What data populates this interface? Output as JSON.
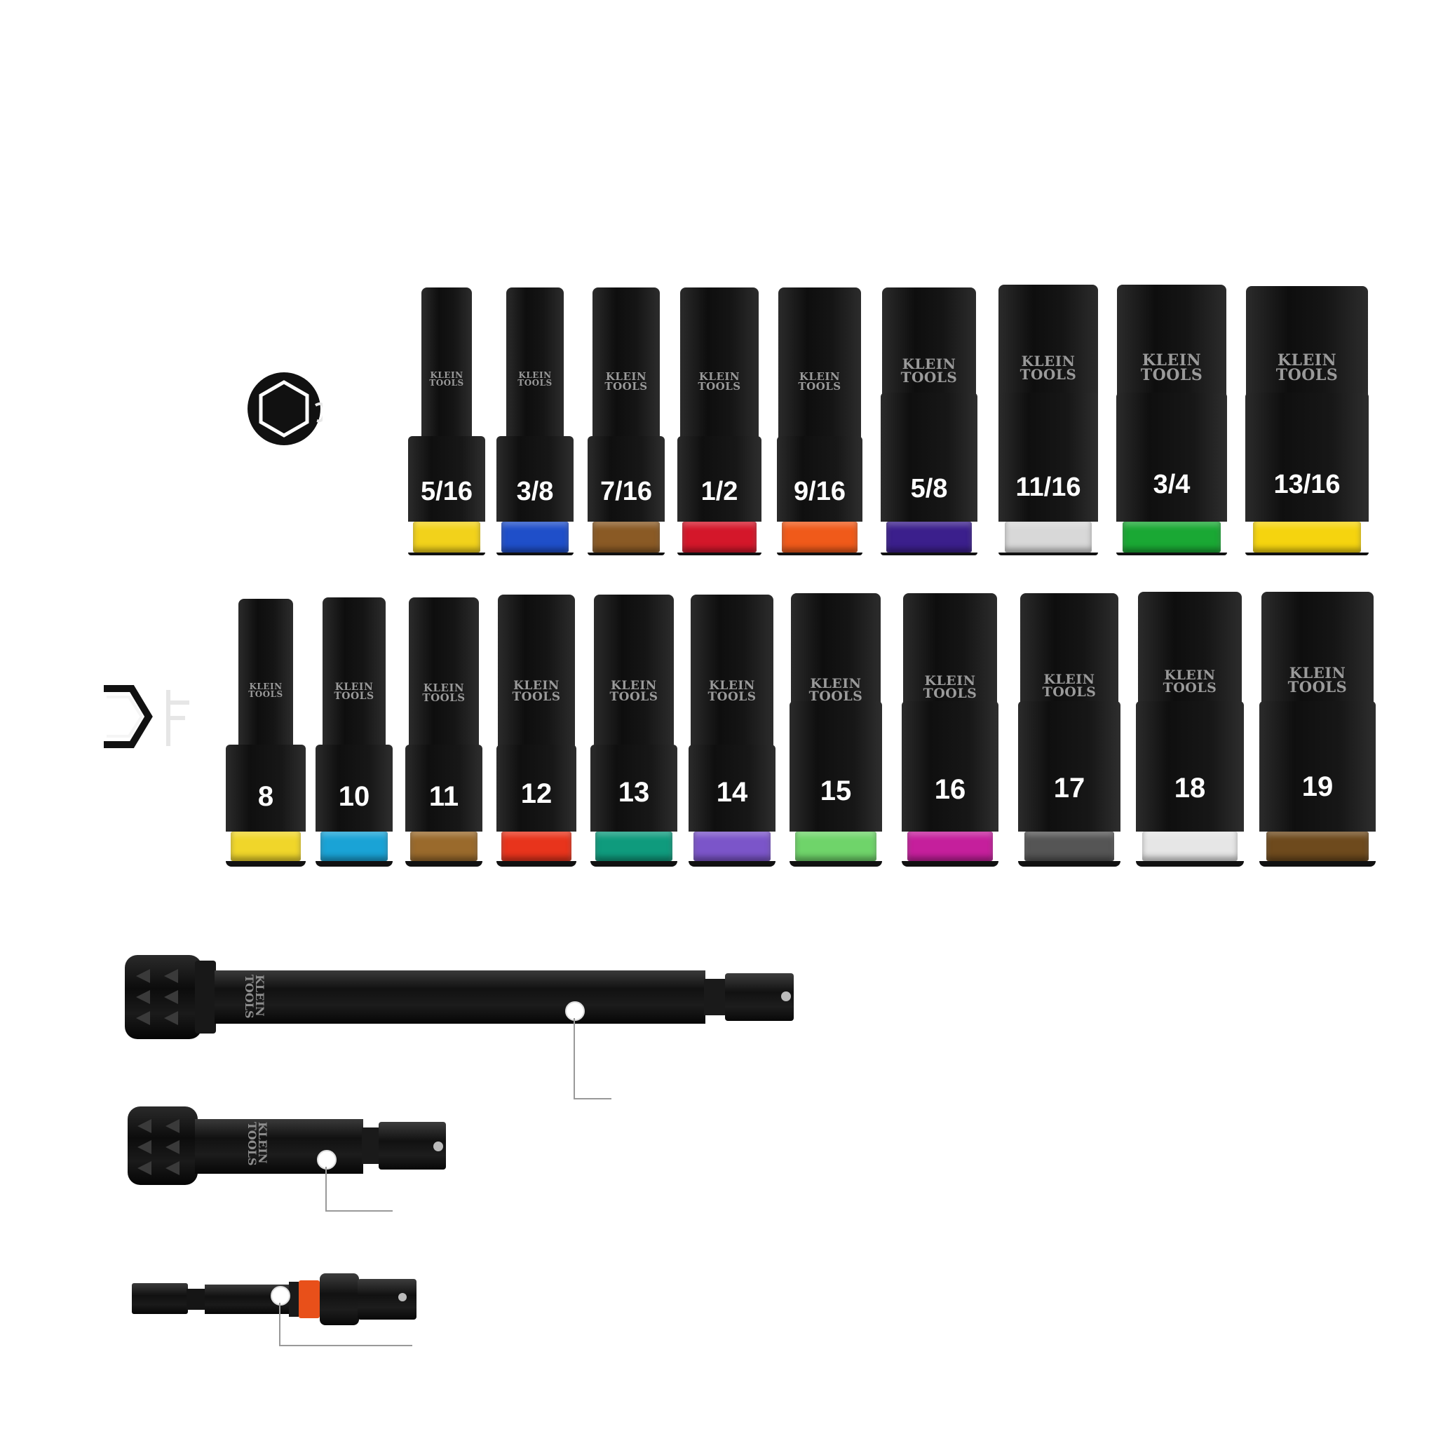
{
  "brand": {
    "line1": "KLEIN",
    "line2": "TOOLS"
  },
  "row_imperial": {
    "icon": "hex-6-point-icon",
    "sockets": [
      {
        "size": "5/16",
        "band_color": "#f2d21b"
      },
      {
        "size": "3/8",
        "band_color": "#1f4fc9"
      },
      {
        "size": "7/16",
        "band_color": "#8a5a25"
      },
      {
        "size": "1/2",
        "band_color": "#d4172a"
      },
      {
        "size": "9/16",
        "band_color": "#f05a1a"
      },
      {
        "size": "5/8",
        "band_color": "#3b1f8c"
      },
      {
        "size": "11/16",
        "band_color": "#d8d8d8"
      },
      {
        "size": "3/4",
        "band_color": "#1aa834"
      },
      {
        "size": "13/16",
        "band_color": "#f5d40f"
      }
    ]
  },
  "row_metric": {
    "icon": "hex-6-point-icon",
    "sockets": [
      {
        "size": "8",
        "band_color": "#f0d62a"
      },
      {
        "size": "10",
        "band_color": "#1aa3d6"
      },
      {
        "size": "11",
        "band_color": "#9a6a2c"
      },
      {
        "size": "12",
        "band_color": "#e8341c"
      },
      {
        "size": "13",
        "band_color": "#0f9b7d"
      },
      {
        "size": "14",
        "band_color": "#7b55c9"
      },
      {
        "size": "15",
        "band_color": "#6fd46a"
      },
      {
        "size": "16",
        "band_color": "#c51f9c"
      },
      {
        "size": "17",
        "band_color": "#555555"
      },
      {
        "size": "18",
        "band_color": "#e6e6e6"
      },
      {
        "size": "19",
        "band_color": "#6e4a1d"
      }
    ]
  },
  "extensions": [
    {
      "type": "long-extension-bar"
    },
    {
      "type": "short-extension-bar"
    },
    {
      "type": "hex-shank-adapter",
      "accent_color": "#e8501a"
    }
  ]
}
